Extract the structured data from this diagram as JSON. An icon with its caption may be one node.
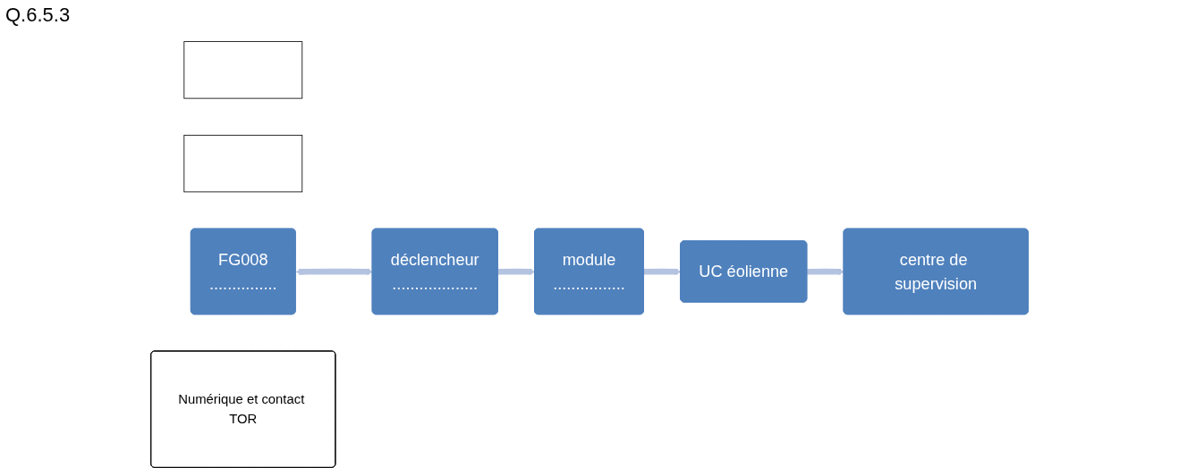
{
  "diagram": {
    "nodes": [
      {
        "text": [],
        "shape": "box"
      },
      {
        "text": [],
        "shape": "box"
      },
      {
        "text": [
          "FG008",
          "..............."
        ]
      },
      {
        "text": [
          "déclencheur",
          "..................."
        ]
      },
      {
        "text": [
          "module",
          "................"
        ]
      },
      {
        "text": [
          "UC éolienne"
        ]
      },
      {
        "text": [
          "centre de supervision"
        ]
      },
      {
        "text": [
          "Numérique et contact TOR"
        ]
      }
    ],
    "edges": [
      {
        "from": 2,
        "to": 3,
        "arrow": "both"
      },
      {
        "from": 3,
        "to": 4,
        "arrow": "to"
      },
      {
        "from": 4,
        "to": 5,
        "arrow": "to"
      },
      {
        "from": 5,
        "to": 6,
        "arrow": "to"
      }
    ],
    "labels": [
      "Q.6.5.3"
    ]
  }
}
